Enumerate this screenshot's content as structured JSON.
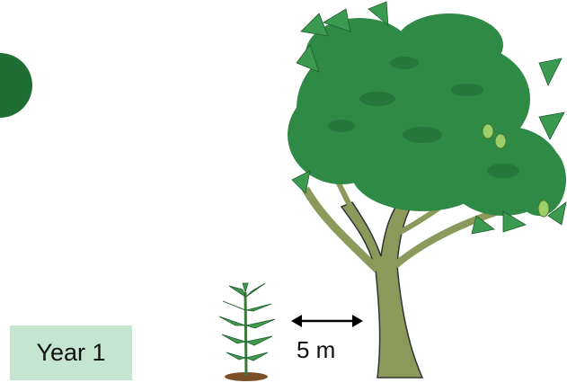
{
  "year_label": "Year 1",
  "distance_label": "5 m",
  "colors": {
    "leaf_dark": "#2f8a45",
    "leaf_light": "#5aa85a",
    "trunk": "#8b9a5a",
    "trunk_outline": "#333333",
    "soil": "#7a4f2a",
    "label_bg": "#c5e5cf",
    "circle": "#1f6f35"
  },
  "icons": [
    "green-circle",
    "mango-tree",
    "sapling",
    "double-arrow"
  ]
}
